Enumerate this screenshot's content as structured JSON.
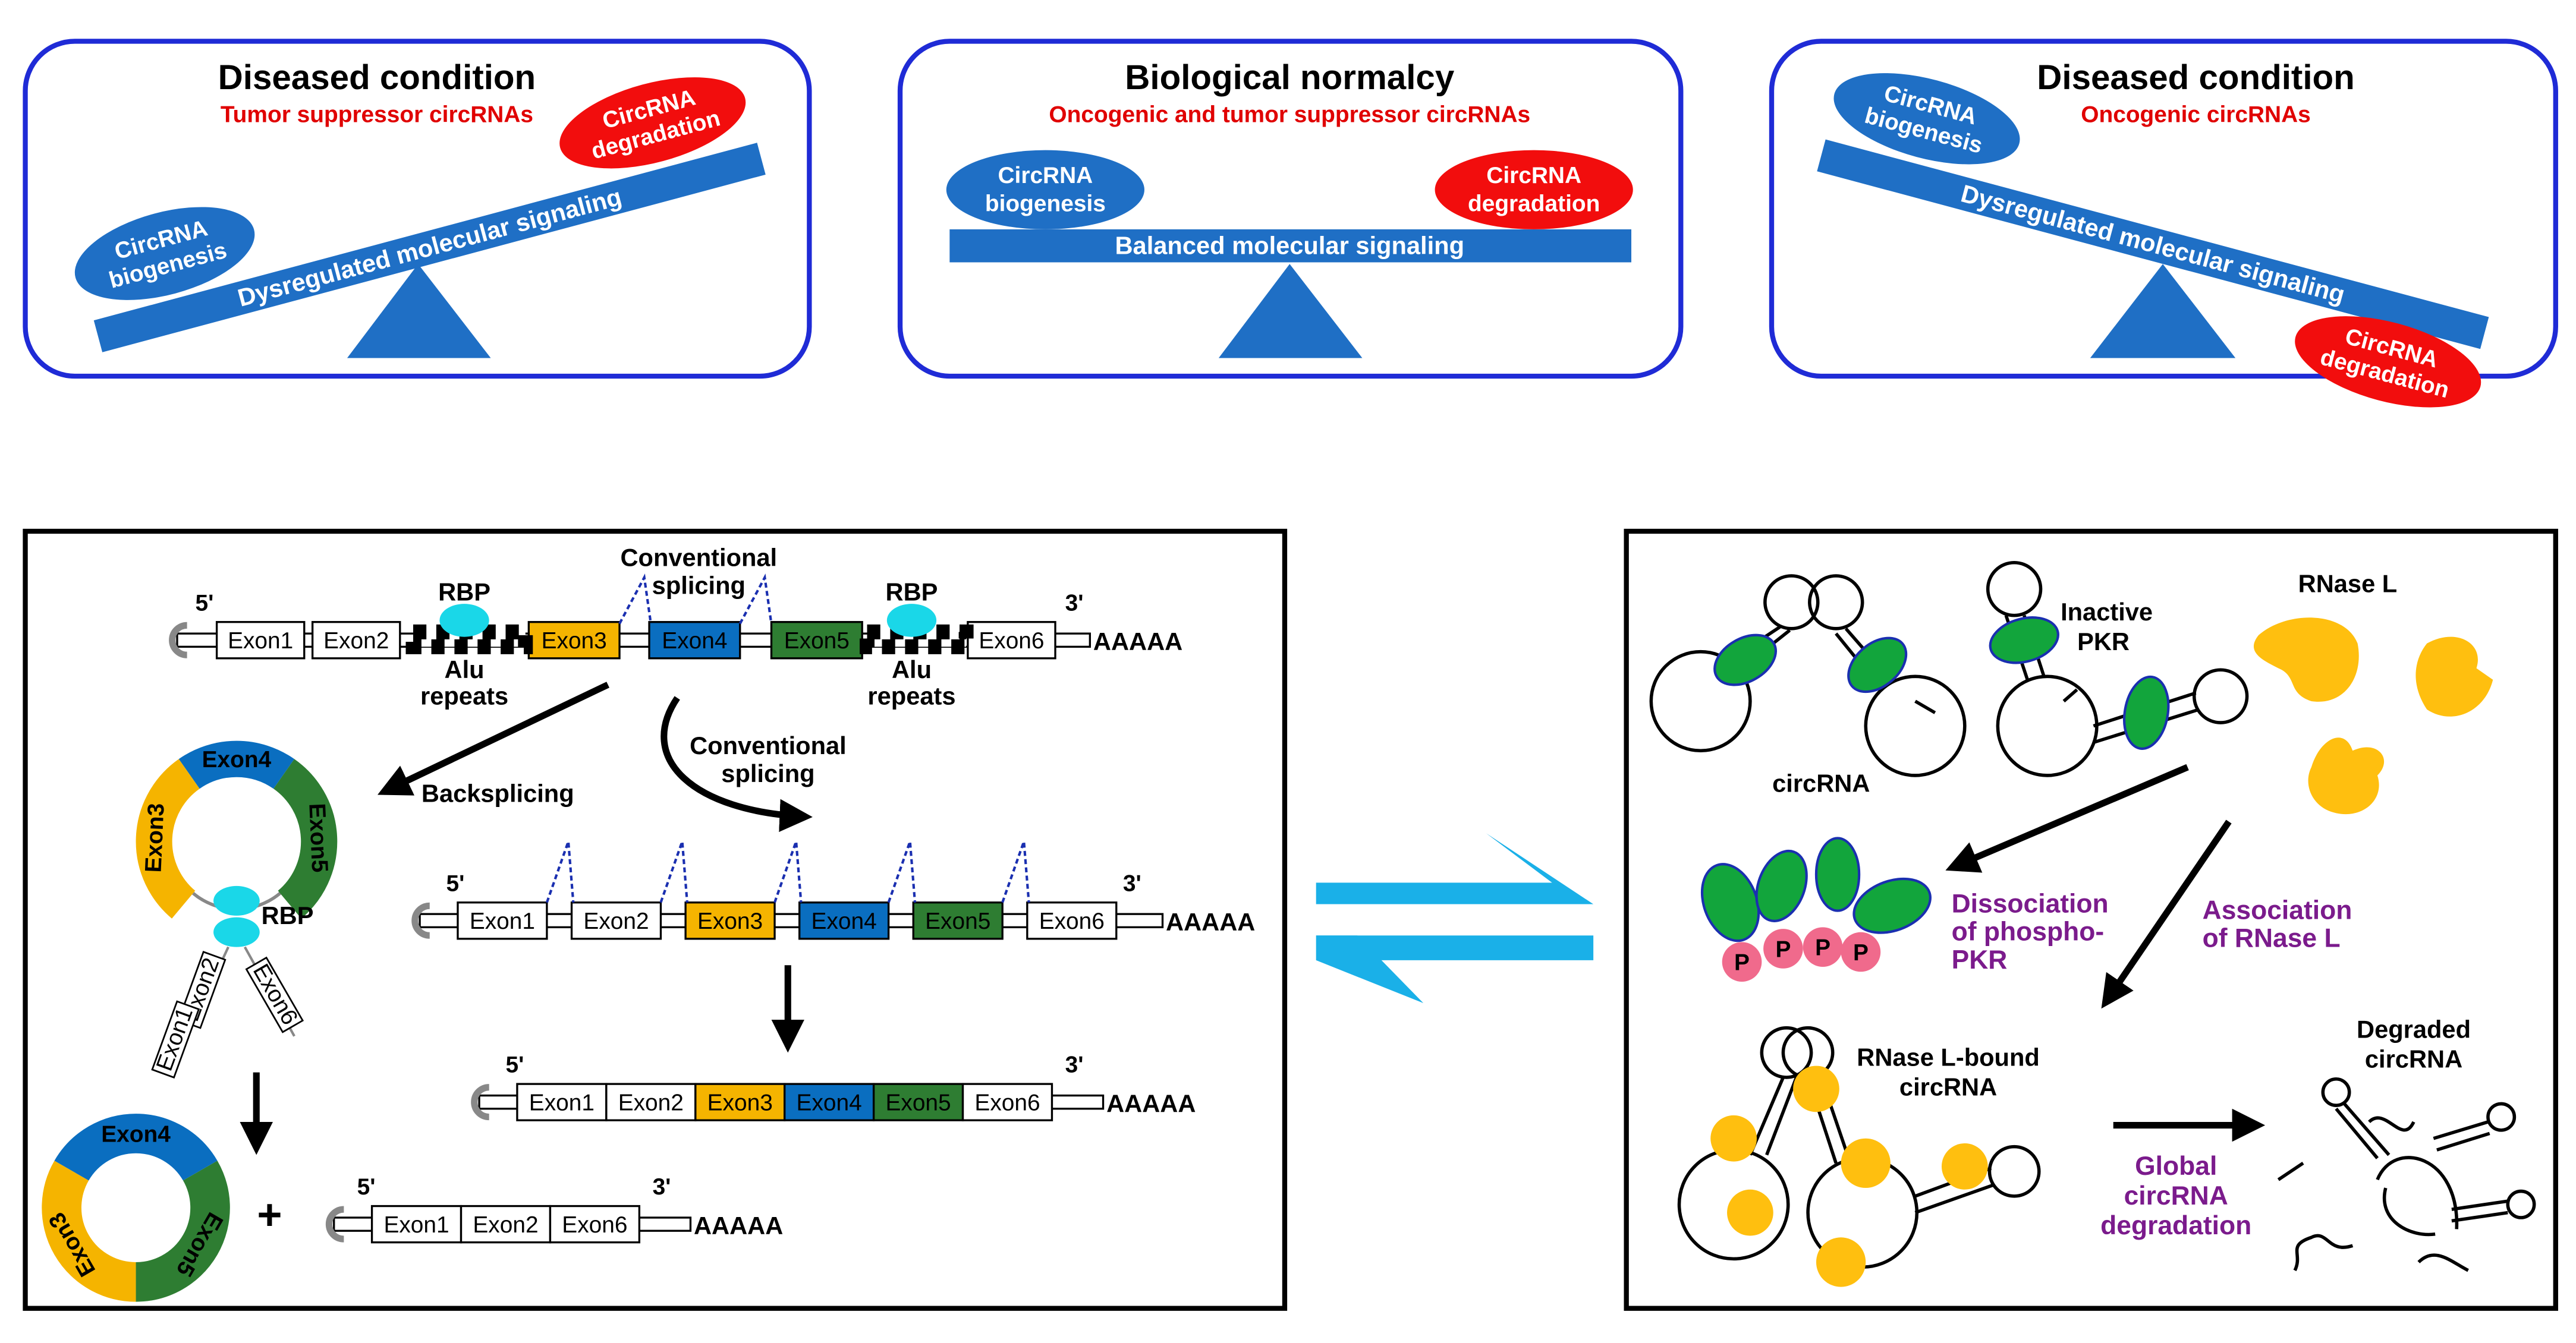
{
  "colors": {
    "panel_border": "#1f2bd6",
    "balance_blue": "#1f6fc5",
    "degradation_red": "#f20d0d",
    "exon3": "#f5b400",
    "exon4": "#0a6ec0",
    "exon5": "#2e7d32",
    "rbp": "#1ad7e8",
    "pkr": "#12a53c",
    "phospho": "#f06a8c",
    "rnase_l": "#ffbf0f",
    "equilibrium_arrows": "#1ab0e8",
    "purple_text": "#7b1b8c"
  },
  "top_panels": [
    {
      "title": "Diseased condition",
      "subtitle": "Tumor suppressor circRNAs",
      "left": "CircRNA|biogenesis",
      "right": "CircRNA|degradation",
      "beam": "Dysregulated molecular signaling"
    },
    {
      "title": "Biological normalcy",
      "subtitle": "Oncogenic and tumor suppressor circRNAs",
      "left": "CircRNA|biogenesis",
      "right": "CircRNA|degradation",
      "beam": "Balanced molecular signaling"
    },
    {
      "title": "Diseased condition",
      "subtitle": "Oncogenic circRNAs",
      "left": "CircRNA|biogenesis",
      "right": "CircRNA|degradation",
      "beam": "Dysregulated molecular signaling"
    }
  ],
  "splicing": {
    "five_prime": "5'",
    "three_prime": "3'",
    "polyA": "AAAAA",
    "exons": [
      "Exon1",
      "Exon2",
      "Exon3",
      "Exon4",
      "Exon5",
      "Exon6"
    ],
    "rbp": "RBP",
    "alu_line1": "Alu",
    "alu_line2": "repeats",
    "conventional_line1": "Conventional",
    "conventional_line2": "splicing",
    "backsplicing": "Backsplicing",
    "plus": "+"
  },
  "degradation": {
    "circrna": "circRNA",
    "inactive_line1": "Inactive",
    "inactive_line2": "PKR",
    "rnase_l": "RNase L",
    "dissociation": [
      "Dissociation",
      "of phospho-",
      "PKR"
    ],
    "association": [
      "Association",
      "of RNase L"
    ],
    "bound": [
      "RNase L-bound",
      "circRNA"
    ],
    "global": [
      "Global",
      "circRNA",
      "degradation"
    ],
    "degraded": [
      "Degraded",
      "circRNA"
    ],
    "phospho_label": "P"
  }
}
